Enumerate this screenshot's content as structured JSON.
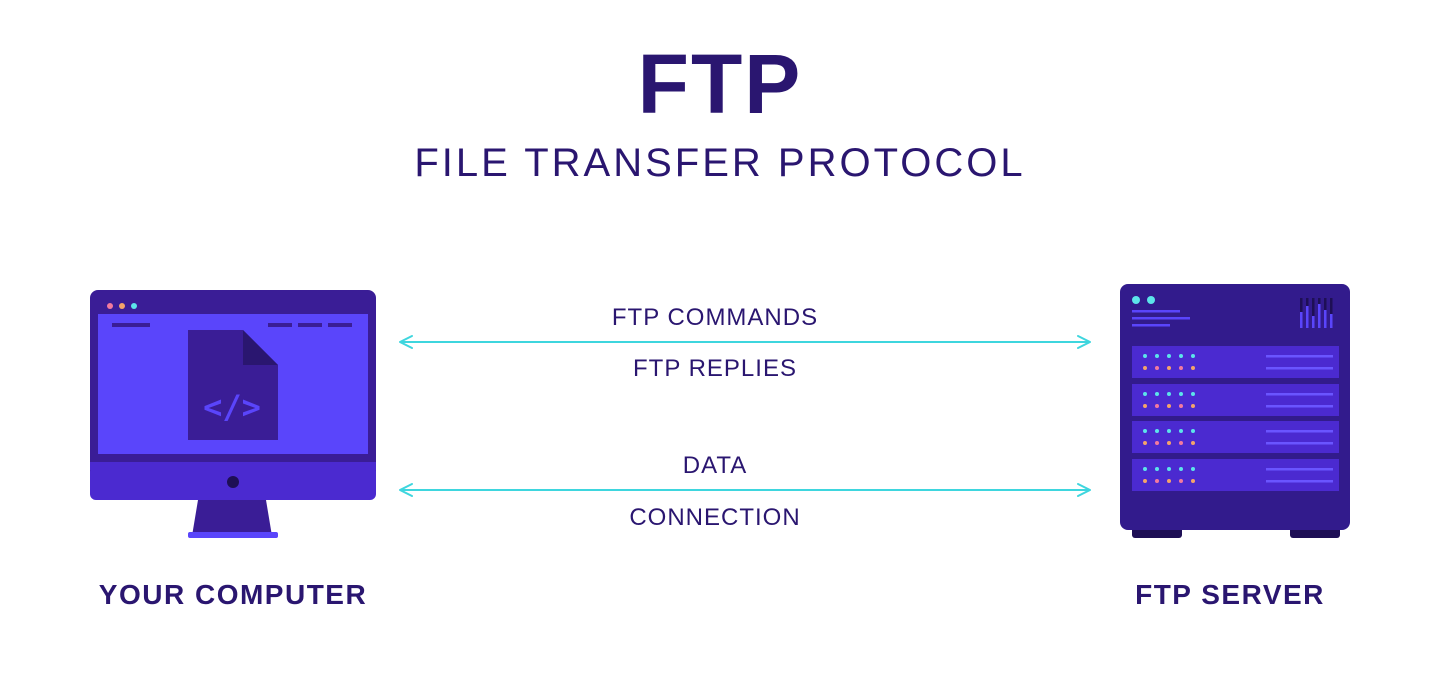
{
  "header": {
    "title": "FTP",
    "subtitle": "FILE TRANSFER PROTOCOL"
  },
  "channels": {
    "commands_label": "FTP COMMANDS",
    "replies_label": "FTP REPLIES",
    "data_label": "DATA",
    "connection_label": "CONNECTION"
  },
  "nodes": {
    "client_label": "YOUR COMPUTER",
    "server_label": "FTP SERVER",
    "file_glyph": "</>"
  },
  "colors": {
    "text": "#2a1670",
    "arrow": "#3ed6de",
    "monitor_bezel": "#3a1d96",
    "monitor_screen": "#5a45fb",
    "monitor_chin": "#4b2ad0",
    "file_doc": "#3a1d96",
    "server_body": "#321b8c",
    "server_slot": "#4b2ad0",
    "dot_cyan": "#5ce4ea",
    "dot_orange": "#f4a46a",
    "dot_pink": "#f27a9e"
  }
}
